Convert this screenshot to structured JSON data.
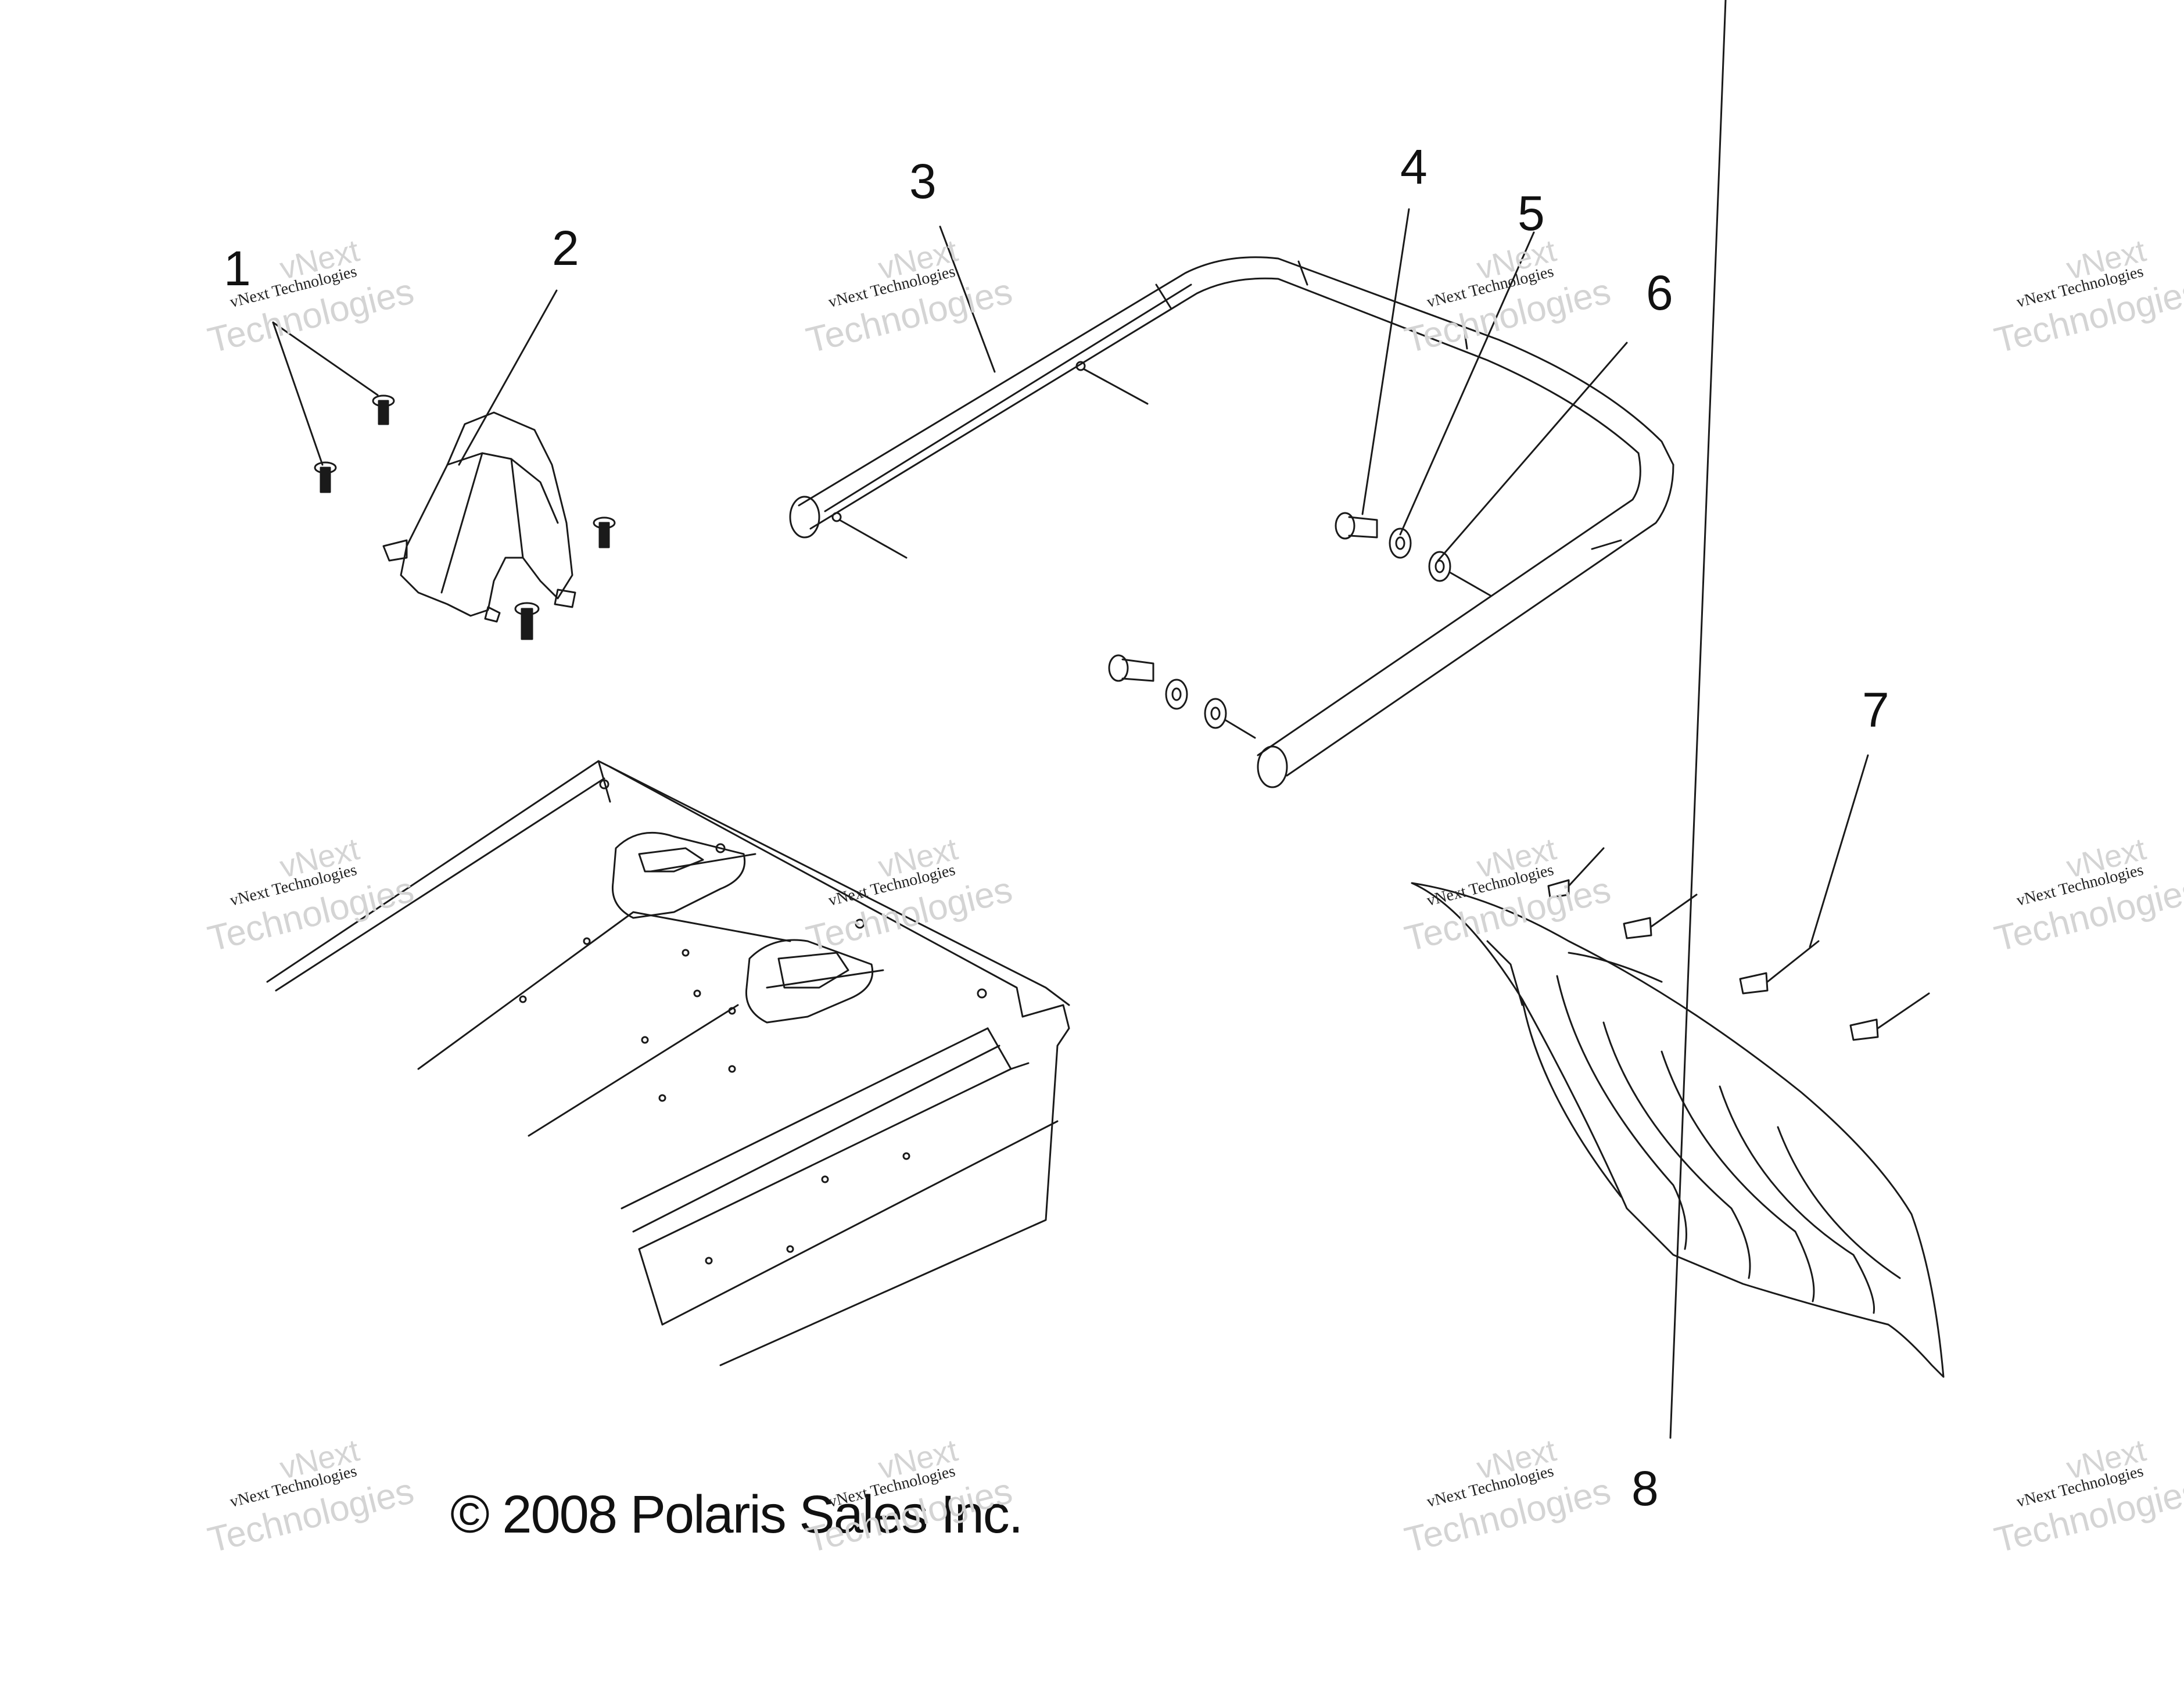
{
  "callouts": [
    "1",
    "2",
    "3",
    "4",
    "5",
    "6",
    "7",
    "8"
  ],
  "copyright": "© 2008 Polaris Sales Inc.",
  "watermark": {
    "line1": "vNext",
    "line2": "vNext Technologies",
    "line3": "Technologies"
  },
  "colors": {
    "line": "#1a1a1a",
    "watermark": "#d4d4d4",
    "background": "#ffffff"
  }
}
